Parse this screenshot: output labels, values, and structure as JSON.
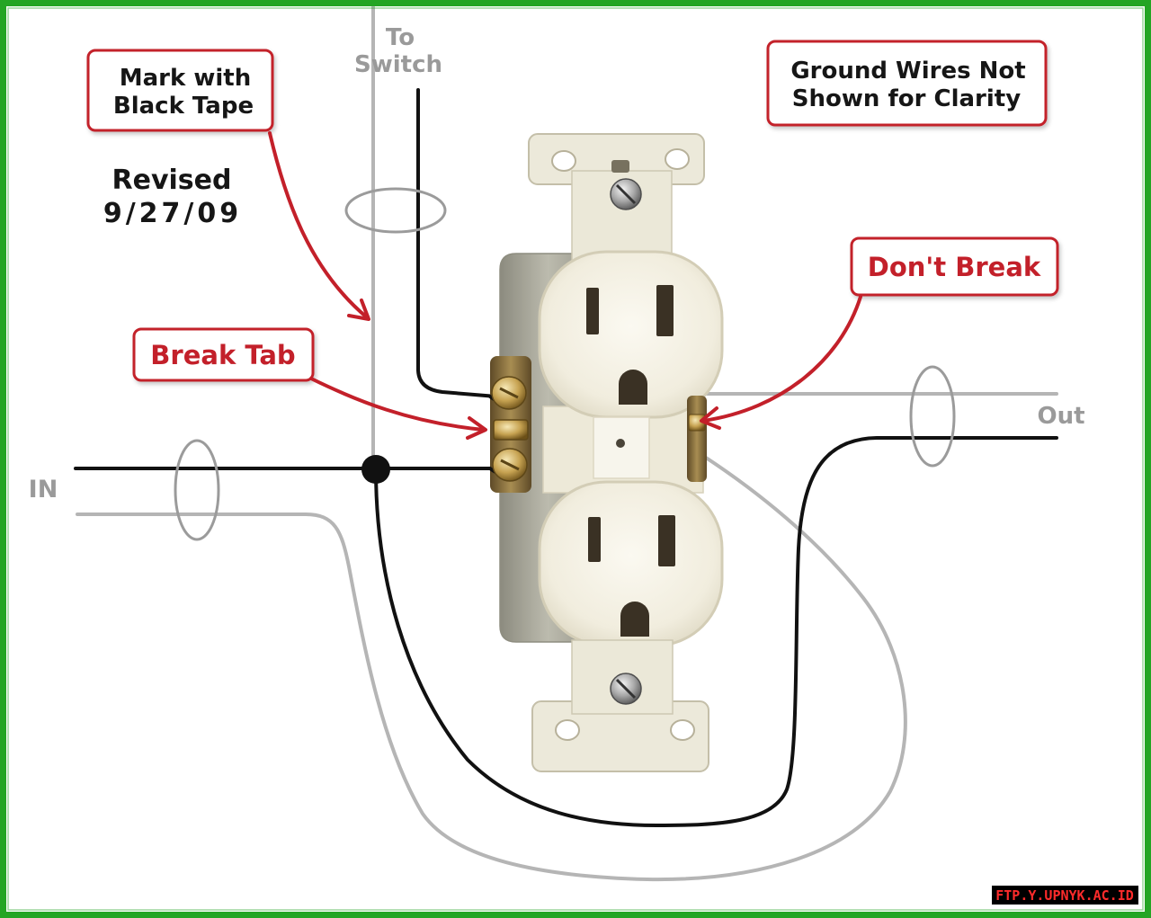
{
  "diagram": {
    "top_wire_label": {
      "line1": "To",
      "line2": "Switch"
    },
    "callouts": {
      "mark_tape": {
        "line1": "Mark with",
        "line2": "Black Tape"
      },
      "ground_note": {
        "line1": "Ground Wires Not",
        "line2": "Shown for Clarity"
      },
      "dont_break": {
        "text": "Don't Break"
      },
      "break_tab": {
        "text": "Break Tab"
      }
    },
    "revision": {
      "line1": "Revised",
      "line2": "9/27/09"
    },
    "in_label": "IN",
    "out_label": "Out"
  },
  "watermark": "FTP.Y.UPNYK.AC.ID",
  "colors": {
    "frame_green": "#24a524",
    "callout_red": "#c3202a",
    "hot_wire": "#111111",
    "neutral_wire": "#b5b5b5",
    "cable_loop": "#9b9b9b",
    "label_gray": "#9a9a9a",
    "label_dark": "#161616",
    "watermark_red": "#ff2b2b",
    "watermark_bg": "#000000"
  }
}
